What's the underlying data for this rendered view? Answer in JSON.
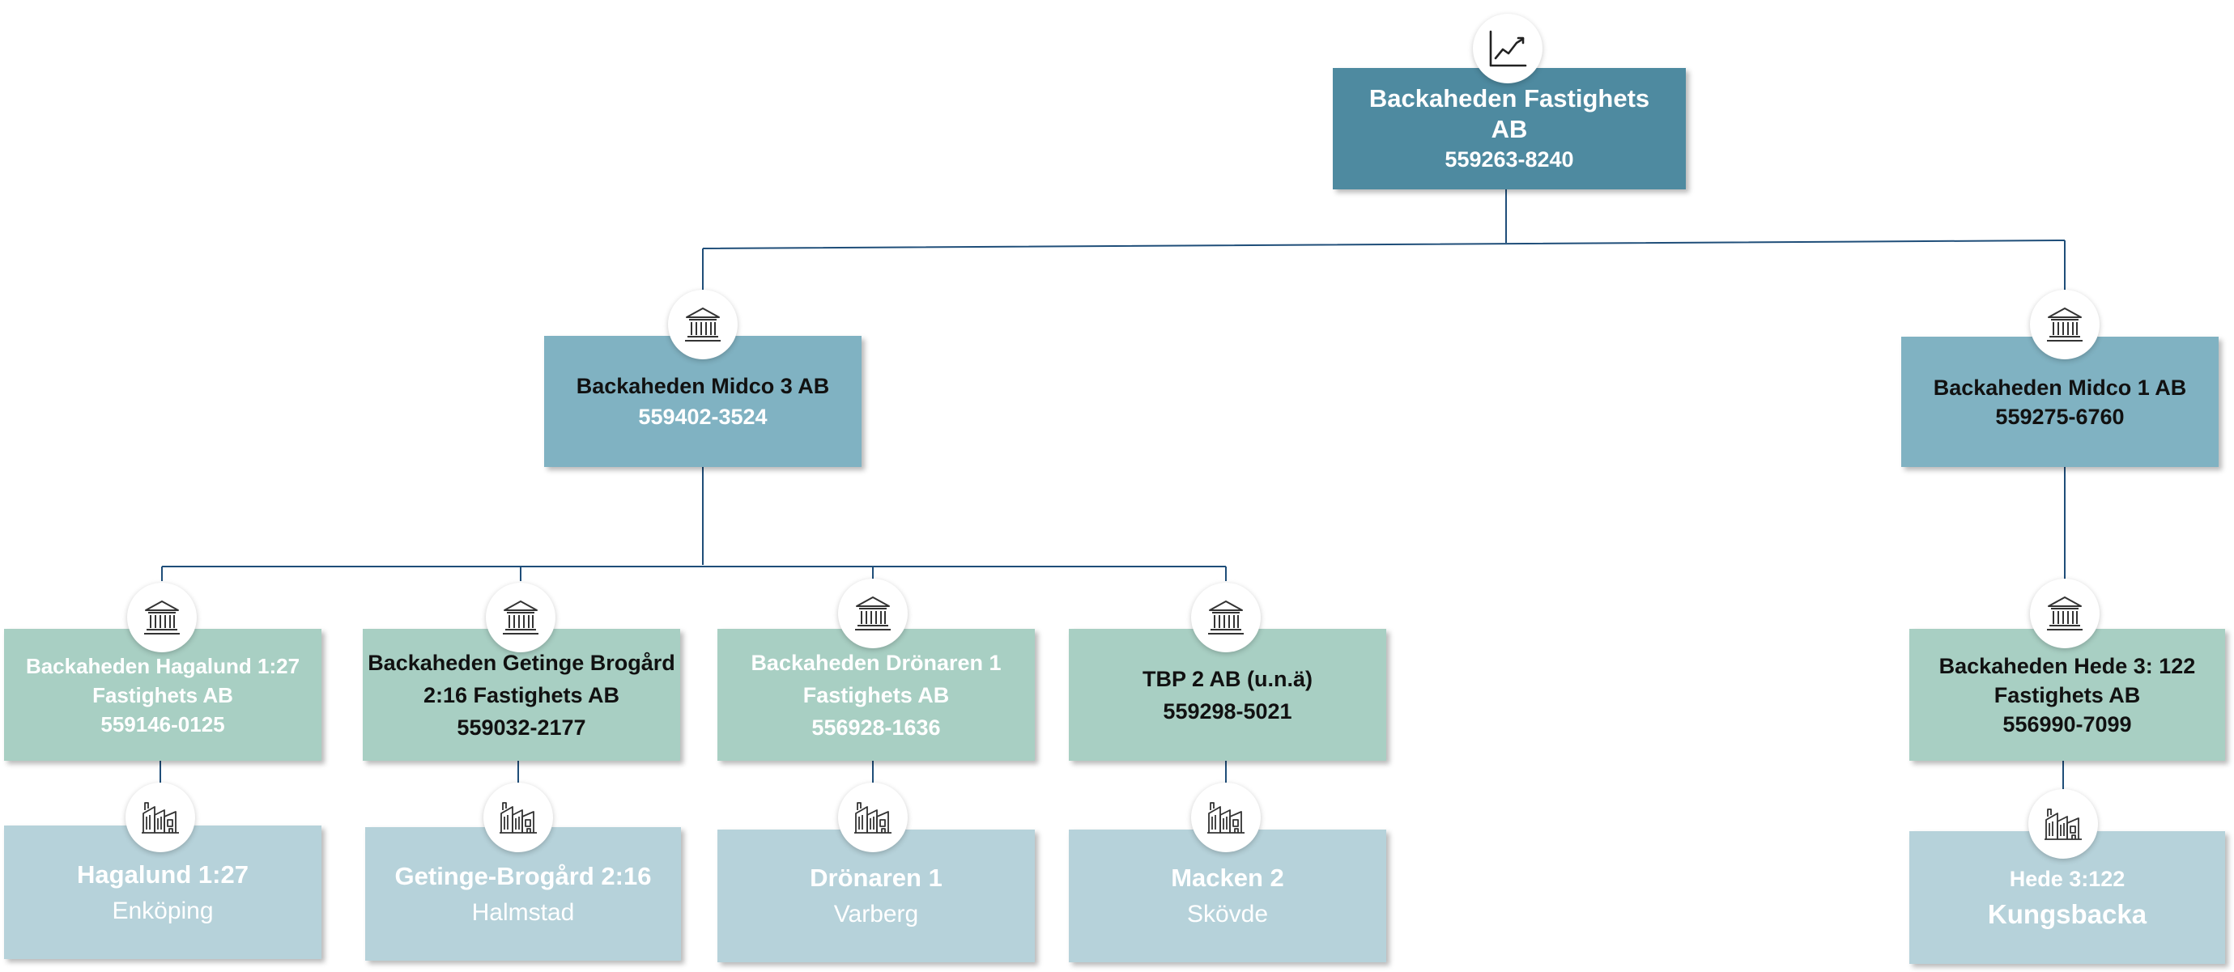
{
  "colors": {
    "top": "#4e8aa0",
    "midco": "#80b2c2",
    "company": "#a8cfc3",
    "property": "#b6d2da",
    "connector": "#1f4e79"
  },
  "icons": {
    "top": "trend-chart-icon",
    "holding": "bank-building-icon",
    "property": "factory-building-icon"
  },
  "top": {
    "name_line1": "Backaheden Fastighets",
    "name_line2": "AB",
    "org_number": "559263-8240"
  },
  "midco3": {
    "name": "Backaheden Midco 3 AB",
    "org_number": "559402-3524"
  },
  "midco1": {
    "name": "Backaheden Midco 1 AB",
    "org_number": "559275-6760"
  },
  "companies": [
    {
      "line1": "Backaheden Hagalund 1:27",
      "line2": "Fastighets AB",
      "org_number": "559146-0125"
    },
    {
      "line1": "Backaheden Getinge Brogård",
      "line2": "2:16 Fastighets AB",
      "org_number": "559032-2177"
    },
    {
      "line1": "Backaheden Drönaren 1",
      "line2": "Fastighets AB",
      "org_number": "556928-1636"
    },
    {
      "line1": "TBP 2 AB (u.n.ä)",
      "org_number": "559298-5021"
    },
    {
      "line1": "Backaheden Hede 3: 122",
      "line2": "Fastighets AB",
      "org_number": "556990-7099"
    }
  ],
  "properties": [
    {
      "name": "Hagalund 1:27",
      "city": "Enköping"
    },
    {
      "name": "Getinge-Brogård 2:16",
      "city": "Halmstad"
    },
    {
      "name": "Drönaren 1",
      "city": "Varberg"
    },
    {
      "name": "Macken 2",
      "city": "Skövde"
    },
    {
      "name": "Hede 3:122",
      "city": "Kungsbacka"
    }
  ]
}
